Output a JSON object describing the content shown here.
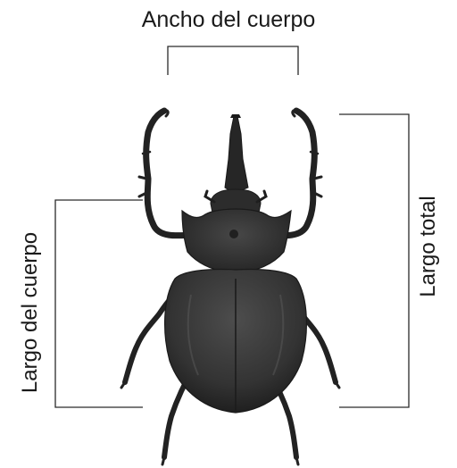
{
  "labels": {
    "body_width": "Ancho del cuerpo",
    "body_length": "Largo del cuerpo",
    "total_length": "Largo total"
  },
  "colors": {
    "bracket": "#2a2a2a",
    "beetle_dark": "#1e1e1e",
    "beetle_mid": "#3a3a3a",
    "beetle_light": "#5a5a5a",
    "background": "#ffffff"
  },
  "icons": {
    "subject": "beetle-illustration"
  }
}
